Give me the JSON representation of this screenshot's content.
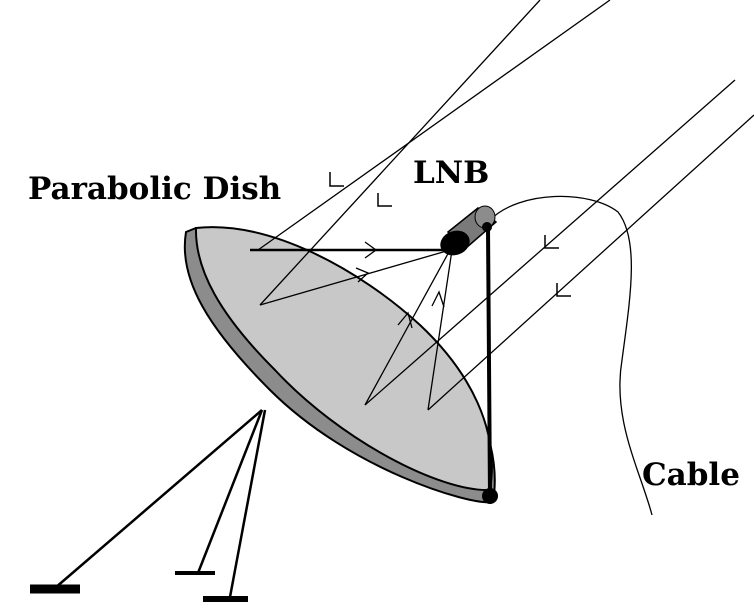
{
  "diagram": {
    "labels": {
      "dish": "Parabolic Dish",
      "lnb": "LNB",
      "cable": "Cable"
    },
    "colors": {
      "dish_face": "#c8c8c8",
      "dish_rim": "#8c8c8c",
      "lnb_body": "#7a7a7a",
      "line": "#000000"
    }
  }
}
